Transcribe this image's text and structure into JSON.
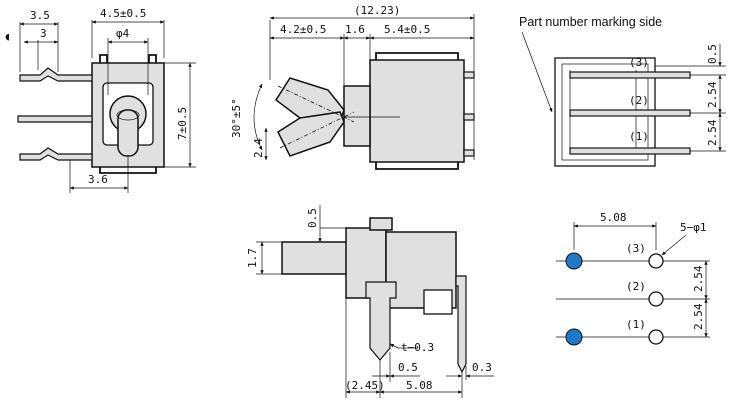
{
  "front_view": {
    "dim_3_5": "3.5",
    "dim_3": "3",
    "dim_4_5": "4.5±0.5",
    "dim_phi4": "φ4",
    "dim_7": "7±0.5",
    "dim_3_6": "3.6"
  },
  "side_view": {
    "dim_total": "(12.23)",
    "dim_4_2": "4.2±0.5",
    "dim_1_6": "1.6",
    "dim_5_4": "5.4±0.5",
    "dim_angle": "30°±5°",
    "dim_2_4": "2.4"
  },
  "rear_view": {
    "marking_label": "Part number marking side",
    "pin3": "(3)",
    "pin2": "(2)",
    "pin1": "(1)",
    "dim_0_5": "0.5",
    "dim_2_54_a": "2.54",
    "dim_2_54_b": "2.54"
  },
  "bottom_view": {
    "dim_1_7": "1.7",
    "dim_0_5": "0.5",
    "dim_t": "t−0.3",
    "dim_0_5b": "0.5",
    "dim_0_3": "0.3",
    "dim_2_45": "(2.45)",
    "dim_5_08": "5.08"
  },
  "pcb_layout": {
    "dim_5_08": "5.08",
    "holes": "5−φ1",
    "pin3": "(3)",
    "pin2": "(2)",
    "pin1": "(1)",
    "dim_2_54_a": "2.54",
    "dim_2_54_b": "2.54",
    "highlight_color": "#1f78c8"
  }
}
